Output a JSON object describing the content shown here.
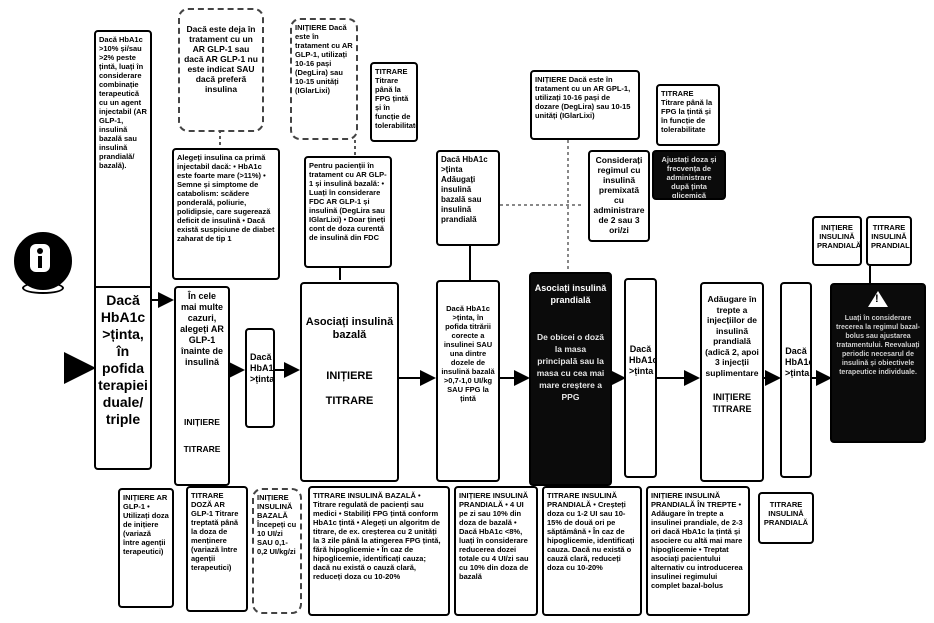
{
  "start": {
    "criteria": "Dacă HbA1c >10% și/sau >2% peste țintă, luați în considerare combinație terapeutică cu un agent injectabil (AR GLP-1, insulină bazală sau insulină prandială/ bazală).",
    "question": "Dacă HbA1c >ținta, în pofida terapiei duale/ triple"
  },
  "note_top": "Dacă este deja în tratament cu un AR GLP-1 sau dacă AR GLP-1 nu este indicat SAU dacă preferă insulina",
  "basal_choice": "Alegeți insulina ca primă injectabil dacă: • HbA1c este foarte mare (>11%) • Semne și simptome de catabolism: scădere ponderală, poliurie, polidipsie, care sugerează deficit de insulină • Dacă există suspiciune de diabet zaharat de tip 1",
  "glp1_choice": {
    "text": "În cele mai multe cazuri, alegeți AR GLP-1 înainte de insulină",
    "init": "INIȚIERE",
    "titr": "TITRARE"
  },
  "q_glp1": "Dacă HbA1c >ținta",
  "basal": {
    "title": "Asociați insulină bazală",
    "init": "INIȚIERE",
    "titr": "TITRARE"
  },
  "init_top": "INIȚIERE Dacă este în tratament cu AR GLP-1, utilizați 10-16 pași (DegLira) sau 10-15 unități (IGlarLixi)",
  "titr_top": "TITRARE Titrare până la FPG țintă și în funcție de tolerabilitate",
  "fdc_note": "Pentru pacienții în tratament cu AR GLP-1 și insulină bazală: • Luați în considerare FDC AR GLP-1 și insulină (DegLira sau IGlarLixi) • Doar țineți cont de doza curentă de insulină din FDC",
  "q_basal": "Dacă HbA1c >ținta, în pofida titrării corecte a insulinei SAU una dintre dozele de insulină bazală >0,7-1,0 UI/kg SAU FPG la țintă",
  "q_add": "Dacă HbA1c >ținta Adăugați insulină bazală sau insulină prandială",
  "init_right": "INIȚIERE Dacă este în tratament cu un AR GPL-1, utilizați 10-16 pași de dozare (DegLira) sau 10-15 unități (IGlarLixi)",
  "titr_right": "TITRARE Titrare până la FPG la țintă și în funcție de tolerabilitate",
  "consider": "Considerați regimul cu insulină premixată cu administrare de 2 sau 3 ori/zi",
  "dark_top": "Ajustați doza și frecvența de administrare după ținta glicemică",
  "prandial": {
    "title": "Asociați insulină prandială",
    "text": "De obicei o doză la masa principală sau la masa cu cea mai mare creștere a PPG"
  },
  "q_mid": "Dacă HbA1c >ținta",
  "steps": {
    "text": "Adăugare în trepte a injecțiilor de insulină prandială (adică 2, apoi 3 injecții suplimentare",
    "label": "INIȚIERE TITRARE"
  },
  "q_right": "Dacă HbA1c >ținta",
  "init_prandial_hdr": "INIȚIERE INSULINĂ PRANDIALĂ",
  "titr_prandial_hdr": "TITRARE INSULINĂ PRANDIALĂ",
  "warning_text": "Luați în considerare trecerea la regimul bazal-bolus sau ajustarea tratamentului. Reevaluați periodic necesarul de insulină și obiectivele terapeutice individuale.",
  "bottom": {
    "init_glp1": "INIȚIERE AR GLP-1 • Utilizați doza de inițiere (variază între agenții terapeutici)",
    "titr_glp1": "TITRARE DOZĂ AR GLP-1 Titrare treptată până la doza de menținere (variază între agenții terapeutici)",
    "init_basal": "INIȚIERE INSULINĂ BAZALĂ Începeți cu 10 UI/zi SAU 0,1-0,2 UI/kg/zi",
    "titr_basal": "TITRARE INSULINĂ BAZALĂ • Titrare regulată de pacienți sau medici • Stabiliți FPG țintă conform HbA1c țintă • Alegeți un algoritm de titrare, de ex. creșterea cu 2 unități la 3 zile până la atingerea FPG țintă, fără hipoglicemie • În caz de hipoglicemie, identificați cauza; dacă nu există o cauză clară, reduceți doza cu 10-20%",
    "init_prandial": "INIȚIERE INSULINĂ PRANDIALĂ • 4 UI pe zi sau 10% din doza de bazală • Dacă HbA1c <8%, luați în considerare reducerea dozei totale cu 4 UI/zi sau cu 10% din doza de bazală",
    "titr_prandial": "TITRARE INSULINĂ PRANDIALĂ • Creșteți doza cu 1-2 UI sau 10-15% de două ori pe săptămână • În caz de hipoglicemie, identificați cauza. Dacă nu există o cauză clară, reduceți doza cu 10-20%",
    "init_steps": "INIȚIERE INSULINĂ PRANDIALĂ ÎN TREPTE • Adăugare în trepte a insulinei prandiale, de 2-3 ori dacă HbA1c la țintă și asociere cu altă mai mare hipoglicemie • Treptat asociați pacientului alternativ cu introducerea insulinei regimului complet bazal-bolus",
    "titr_steps": "TITRARE INSULINĂ PRANDIALĂ"
  }
}
